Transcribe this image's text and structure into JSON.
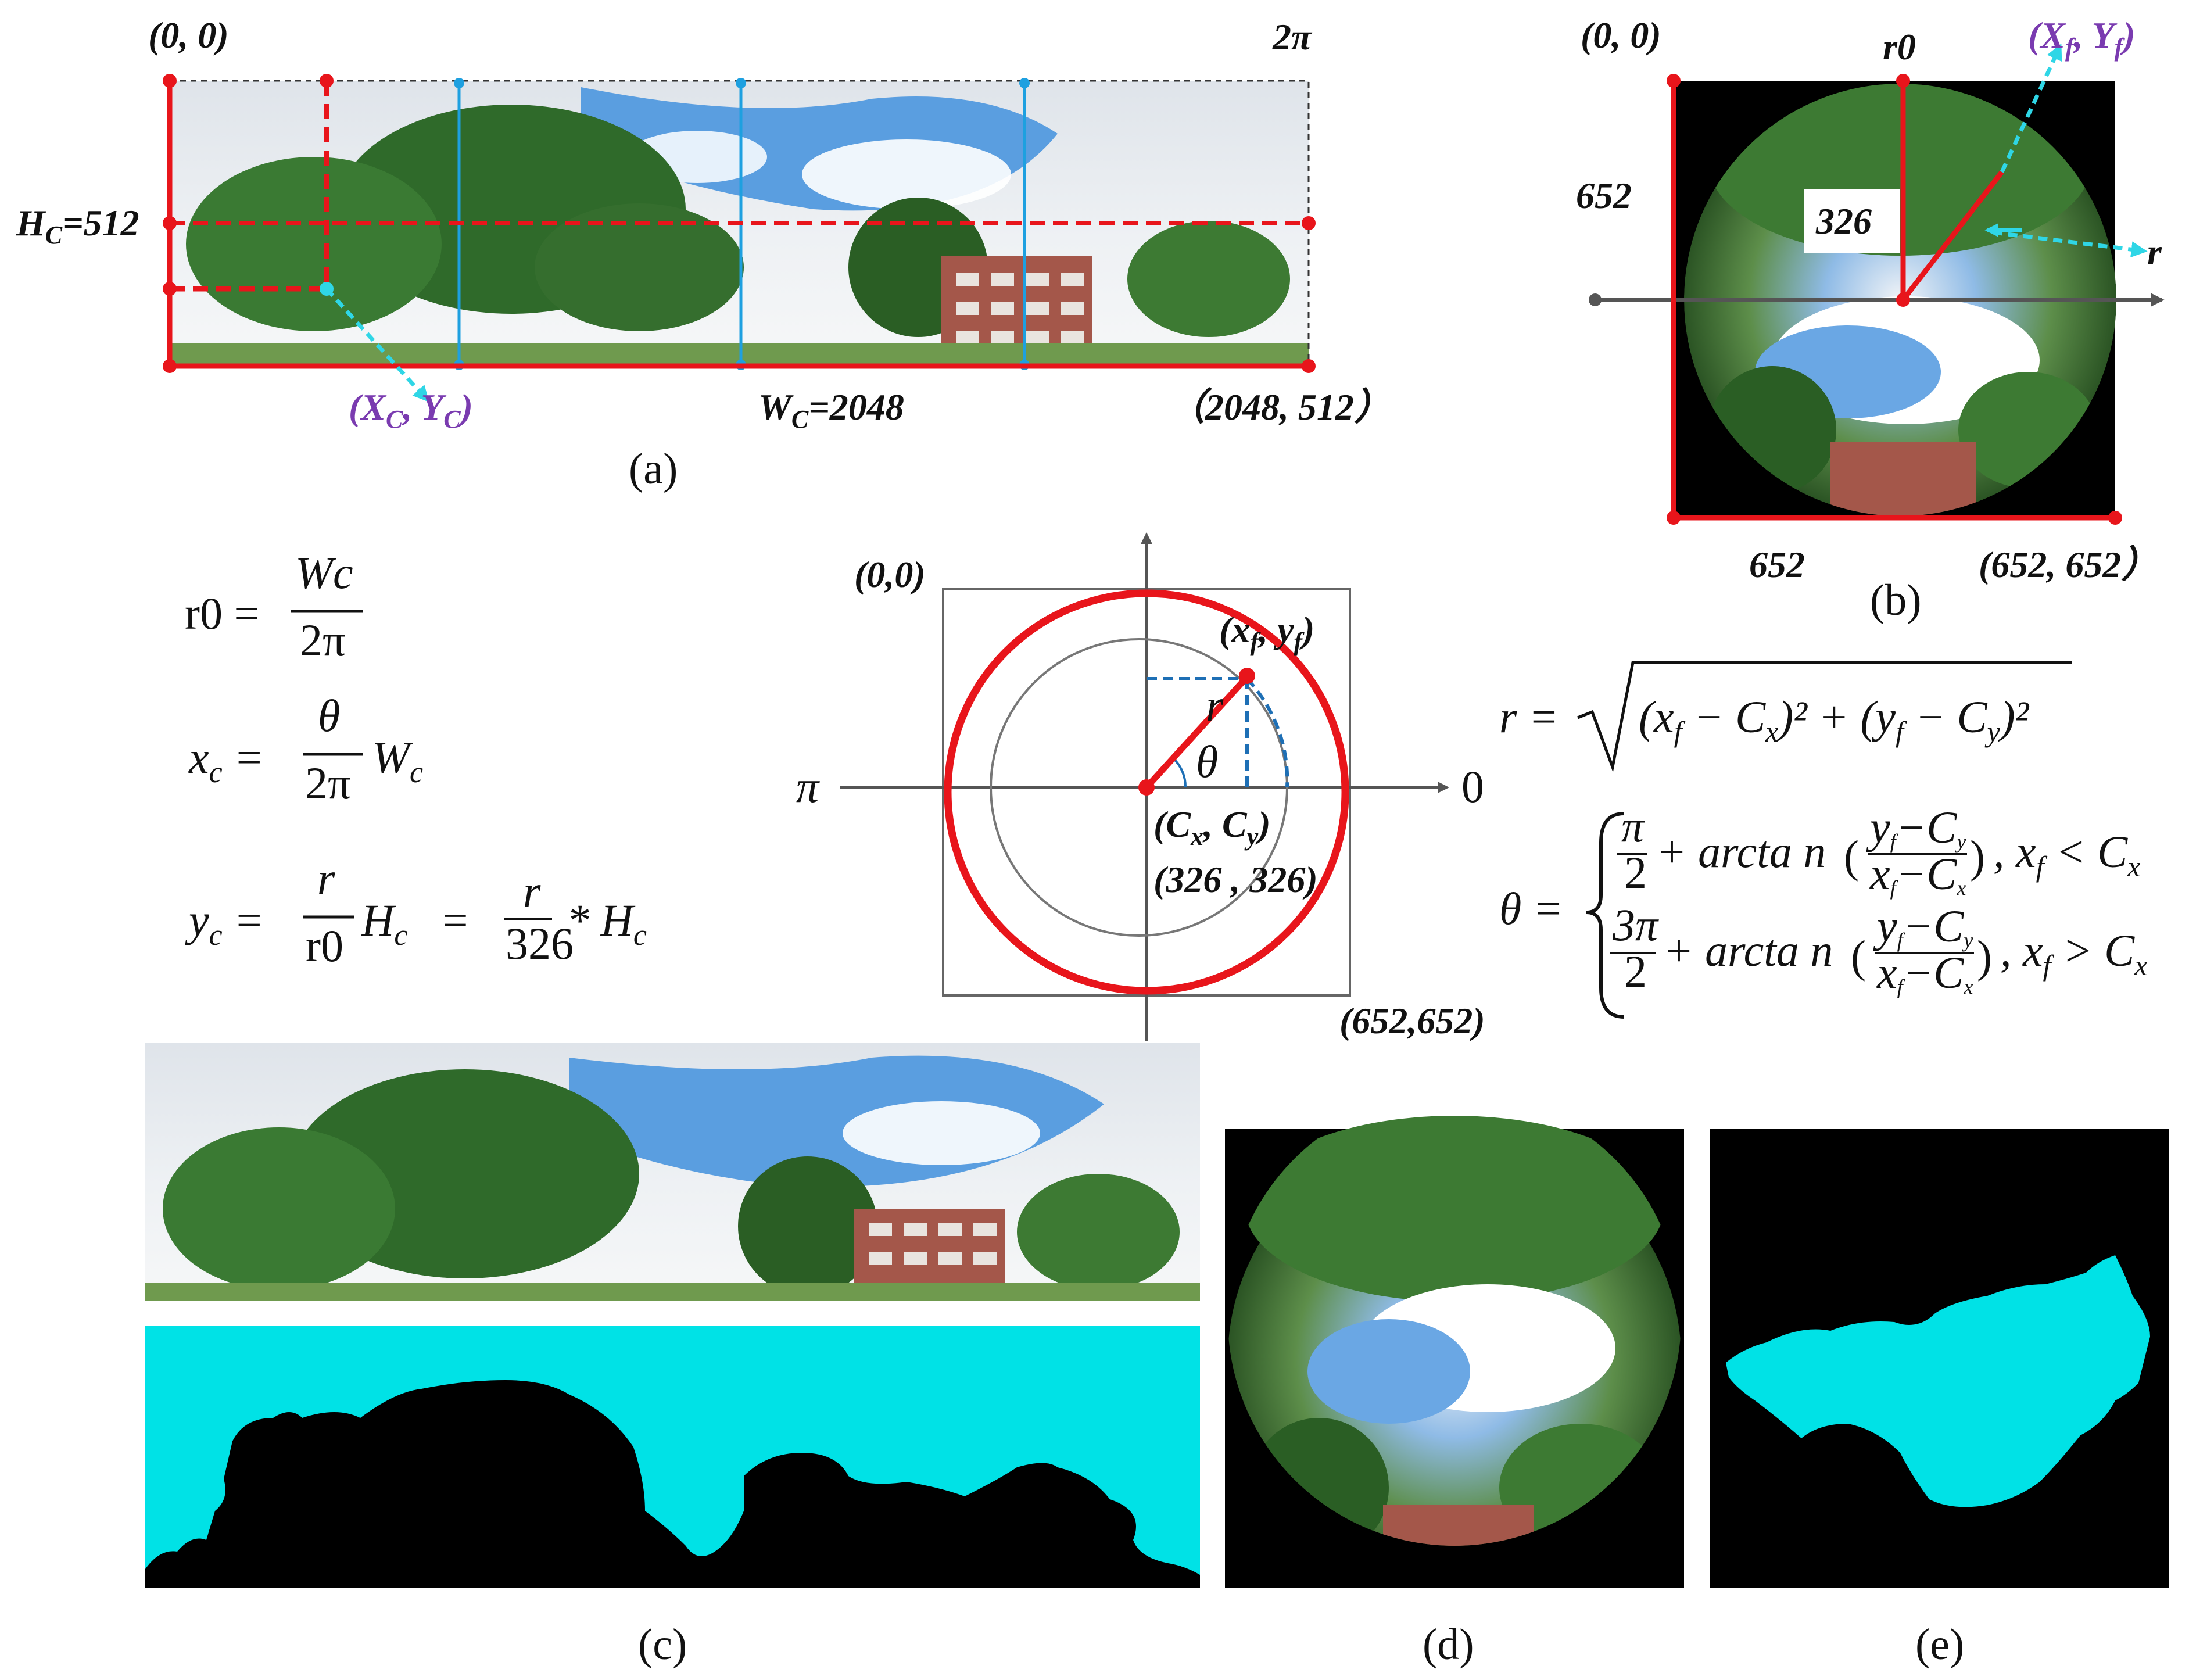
{
  "panel_a": {
    "origin_label": "(0, 0)",
    "two_pi_label": "2π",
    "height_label": "H",
    "height_sub": "C",
    "height_val": "=512",
    "point_label": "(X",
    "point_sub_c1": "C",
    "point_mid": ", Y",
    "point_sub_c2": "C",
    "point_end": ")",
    "width_label": "W",
    "width_sub": "C",
    "width_val": "=2048",
    "corner_label": "（2048, 512）",
    "caption": "(a)"
  },
  "panel_b": {
    "origin_label": "(0, 0)",
    "r0_label": "r0",
    "xf_label": "(X",
    "xf_sub": "f",
    "xf_mid": ", Y",
    "xf_sub2": "f",
    "xf_end": ")",
    "side_label": "652",
    "radius_box": "326",
    "r_label": "r",
    "bottom_label": "652",
    "corner_label": "(652, 652）",
    "caption": "(b)"
  },
  "equations_left": {
    "r0_lhs": "r0 =",
    "r0_num": "Wc",
    "r0_den": "2π",
    "xc_lhs": "x",
    "xc_sub": "c",
    "xc_eq": "=",
    "xc_num": "θ",
    "xc_den": "2π",
    "xc_rhs": "W",
    "xc_rhs_sub": "c",
    "yc_lhs": "y",
    "yc_sub": "c",
    "yc_eq": "=",
    "yc_num": "r",
    "yc_den": "r0",
    "yc_rhs": "H",
    "yc_rhs_sub": "c",
    "yc_eq2": "=",
    "yc_num2": "r",
    "yc_den2": "326",
    "yc_mult": "* H",
    "yc_mult_sub": "c"
  },
  "center_diagram": {
    "origin_label": "(0,0)",
    "point_label": "(x",
    "point_sub": "f",
    "point_mid": ", y",
    "point_sub2": "f",
    "point_end": ")",
    "r_label": "r",
    "theta_label": "θ",
    "pi_label": "π",
    "zero_label": "0",
    "center_label": "(C",
    "center_sub": "x",
    "center_mid": ", C",
    "center_sub2": "y",
    "center_end": ")",
    "center_coords": "(326 , 326)",
    "corner_label": "(652,652)"
  },
  "equations_right": {
    "r_lhs": "r =",
    "r_rhs": "(x",
    "r_f1": "f",
    "r_m1": " − C",
    "r_x": "x",
    "r_close1": ")² + (y",
    "r_f2": "f",
    "r_m2": " − C",
    "r_y": "y",
    "r_close2": ")²",
    "theta_lhs": "θ =",
    "case1_num": "π",
    "case1_den": "2",
    "case1_plus": "+ arcta n",
    "case1_fnum": "y",
    "case1_fnum_sub": "f",
    "case1_fnum_rest": "−C",
    "case1_fnum_sub2": "y",
    "case1_fden": "x",
    "case1_fden_sub": "f",
    "case1_fden_rest": "−C",
    "case1_fden_sub2": "x",
    "case1_cond": ", x",
    "case1_cond_sub": "f",
    "case1_cond_rest": " < C",
    "case1_cond_sub2": "x",
    "case2_num": "3π",
    "case2_den": "2",
    "case2_plus": "+ arcta n",
    "case2_fnum": "y",
    "case2_fnum_sub": "f",
    "case2_fnum_rest": "−C",
    "case2_fnum_sub2": "y",
    "case2_fden": "x",
    "case2_fden_sub": "f",
    "case2_fden_rest": "−C",
    "case2_fden_sub2": "x",
    "case2_cond": ", x",
    "case2_cond_sub": "f",
    "case2_cond_rest": " > C",
    "case2_cond_sub2": "x"
  },
  "captions": {
    "c": "(c)",
    "d": "(d)",
    "e": "(e)"
  },
  "colors": {
    "red": "#e8151b",
    "cyan": "#00e2e6",
    "cyan_arrow": "#2fd6e6",
    "blue_line": "#1ea0e0",
    "purple": "#7a3bb0",
    "sky": "#5a9ee0",
    "tree": "#2f6a2a",
    "building": "#a4574a"
  }
}
